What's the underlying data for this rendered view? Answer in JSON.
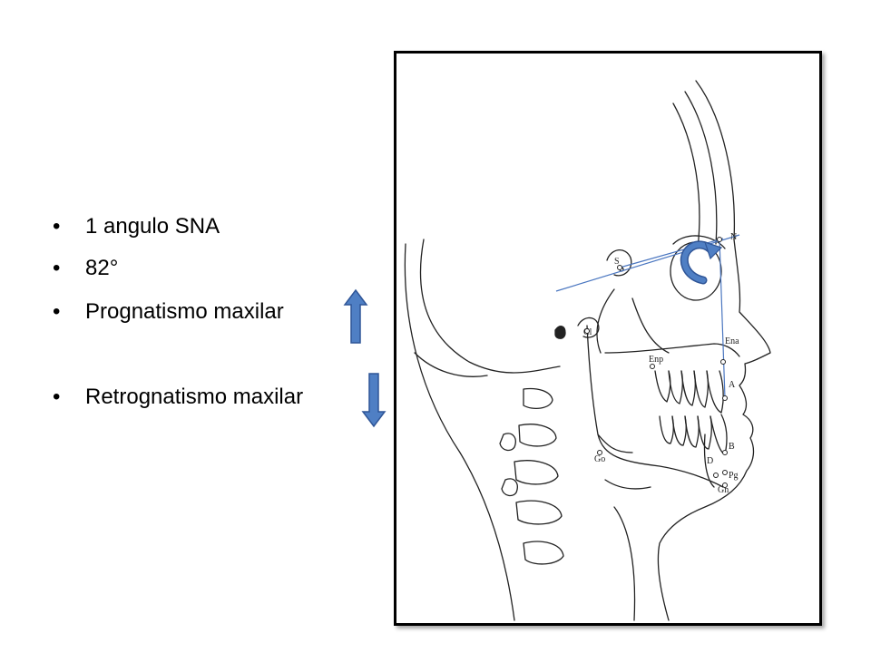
{
  "slide": {
    "bullets": [
      "1 angulo SNA",
      "82°",
      "Prognatismo maxilar",
      "Retrognatismo maxilar"
    ]
  },
  "diagram": {
    "labels": {
      "s": "S",
      "n": "N",
      "cl": "Cl",
      "ena": "Ena",
      "enp": "Enp",
      "a": "A",
      "b": "B",
      "d": "D",
      "pg": "Pg",
      "gn": "Gn",
      "go": "Go"
    }
  },
  "colors": {
    "arrow_fill": "#4f7fc4",
    "arrow_stroke": "#2f5597",
    "line_color": "#4a76c0"
  }
}
